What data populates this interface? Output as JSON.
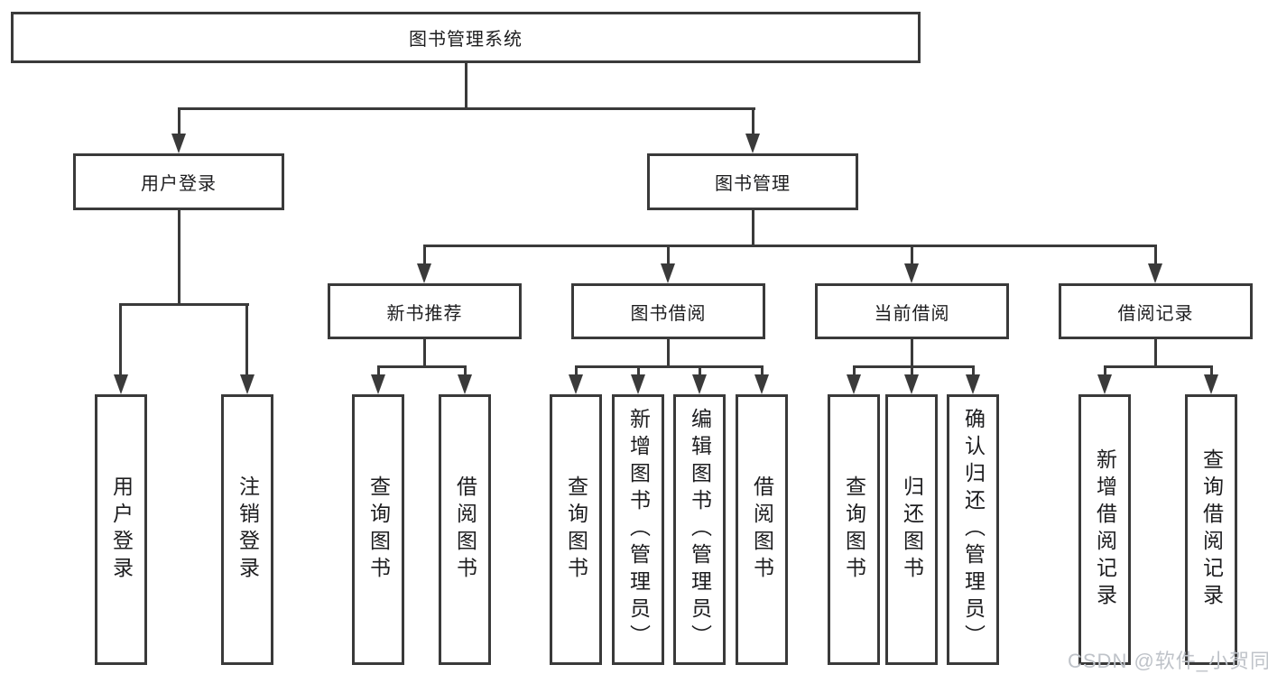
{
  "diagram": {
    "root": {
      "label": "图书管理系统"
    },
    "level2": [
      {
        "label": "用户登录"
      },
      {
        "label": "图书管理"
      }
    ],
    "level3": [
      {
        "label": "新书推荐"
      },
      {
        "label": "图书借阅"
      },
      {
        "label": "当前借阅"
      },
      {
        "label": "借阅记录"
      }
    ],
    "leaves": {
      "user_login": [
        "用户登录",
        "注销登录"
      ],
      "new_book": [
        "查询图书",
        "借阅图书"
      ],
      "book_borrow": [
        "查询图书",
        "新增图书（管理员）",
        "编辑图书（管理员）",
        "借阅图书"
      ],
      "current_borrow": [
        "查询图书",
        "归还图书",
        "确认归还（管理员）"
      ],
      "borrow_record": [
        "新增借阅记录",
        "查询借阅记录"
      ]
    }
  },
  "watermark": "CSDN @软件_小贺同学",
  "colors": {
    "line": "#3a3a3a",
    "text": "#1d1d1f",
    "background": "#ffffff",
    "watermark": "#bfc3c9"
  }
}
